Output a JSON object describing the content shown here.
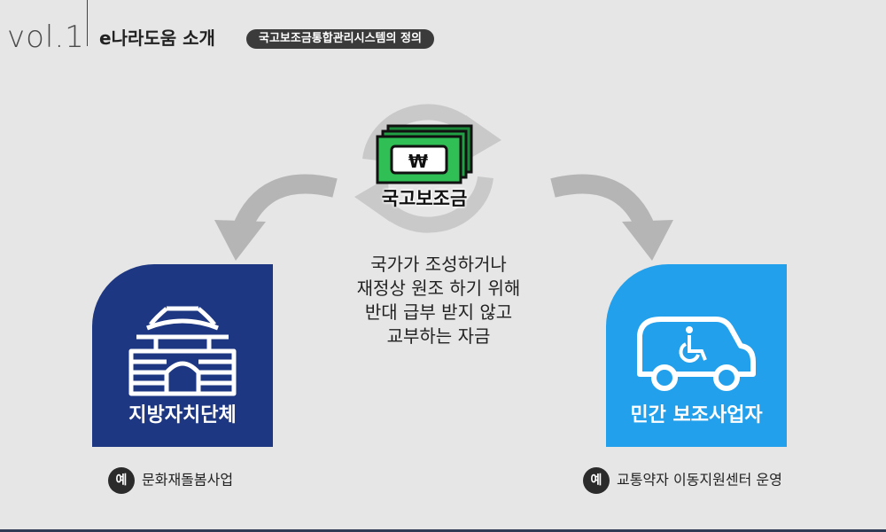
{
  "header": {
    "vol": "vol.1",
    "title": "e나라도움 소개",
    "subtitle": "국고보조금통합관리시스템의 정의"
  },
  "center": {
    "money_symbol": "₩",
    "money_label": "국고보조금",
    "definition_lines": [
      "국가가 조성하거나",
      "재정상 원조 하기 위해",
      "반대 급부 받지 않고",
      "교부하는 자금"
    ]
  },
  "left_card": {
    "label": "지방자치단체",
    "icon": "fortress-gate-icon",
    "color": "#1e3782"
  },
  "right_card": {
    "label": "민간 보조사업자",
    "icon": "wheelchair-van-icon",
    "color": "#22a0ec"
  },
  "examples": {
    "badge": "예",
    "left": "문화재돌봄사업",
    "right": "교통약자 이동지원센터 운영"
  }
}
